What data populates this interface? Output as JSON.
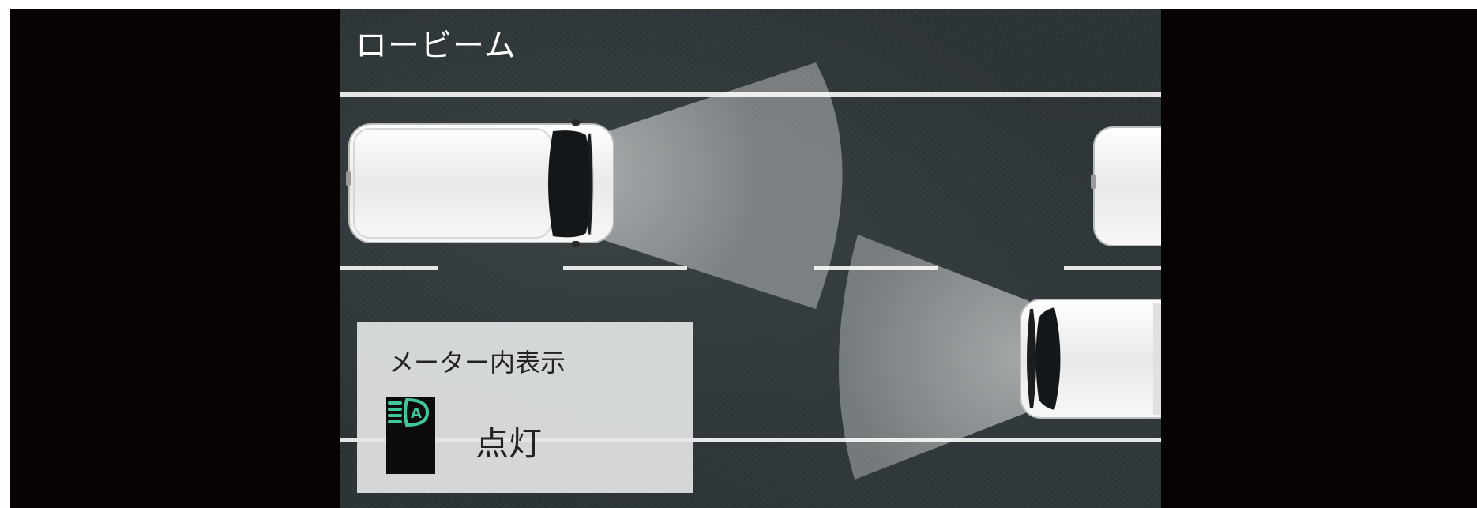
{
  "scene": {
    "title": "ロービーム"
  },
  "meter_panel": {
    "title": "メーター内表示",
    "status": "点灯",
    "indicator_icon": "auto-high-beam-icon",
    "indicator_color": "#3fc79b"
  },
  "colors": {
    "frame": "#070203",
    "road": "#2c3336",
    "lane_marking": "#e6e6e6",
    "vehicle_body": "#f2f2f2"
  }
}
